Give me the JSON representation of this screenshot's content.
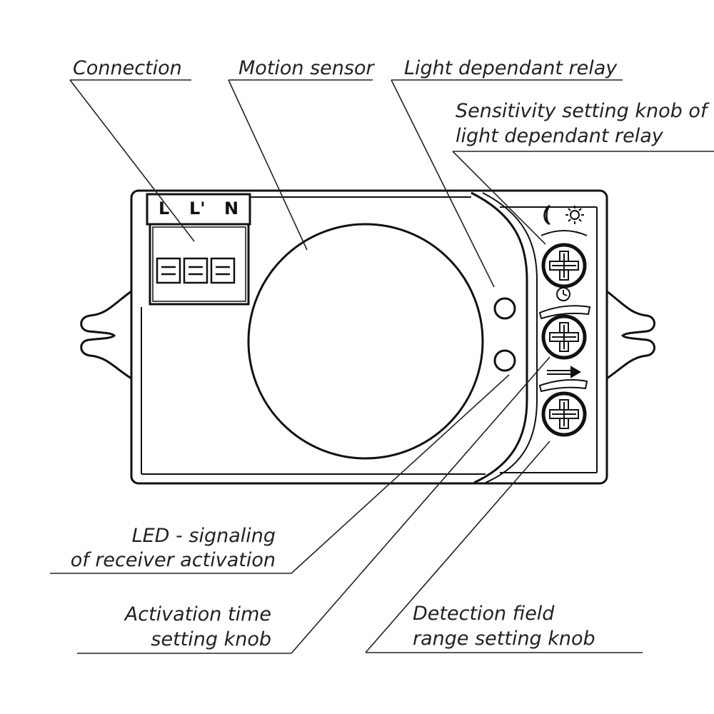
{
  "labels": {
    "connection": "Connection",
    "motion_sensor": "Motion sensor",
    "light_relay": "Light dependant relay",
    "sensitivity_line1": "Sensitivity setting knob of",
    "sensitivity_line2": "light dependant relay",
    "led_line1": "LED - signaling",
    "led_line2": "of receiver activation",
    "activation_line1": "Activation time",
    "activation_line2": "setting knob",
    "detection_line1": "Detection field",
    "detection_line2": "range setting knob"
  },
  "terminals": {
    "t1": "L",
    "t2": "L'",
    "t3": "N"
  },
  "icons": {
    "moon": "moon-icon",
    "sun": "sun-icon",
    "clock": "clock-icon",
    "arrow": "arrow-right-icon",
    "knob": "phillips-screw-icon"
  },
  "colors": {
    "line": "#111111",
    "text": "#222222",
    "background": "#ffffff"
  }
}
